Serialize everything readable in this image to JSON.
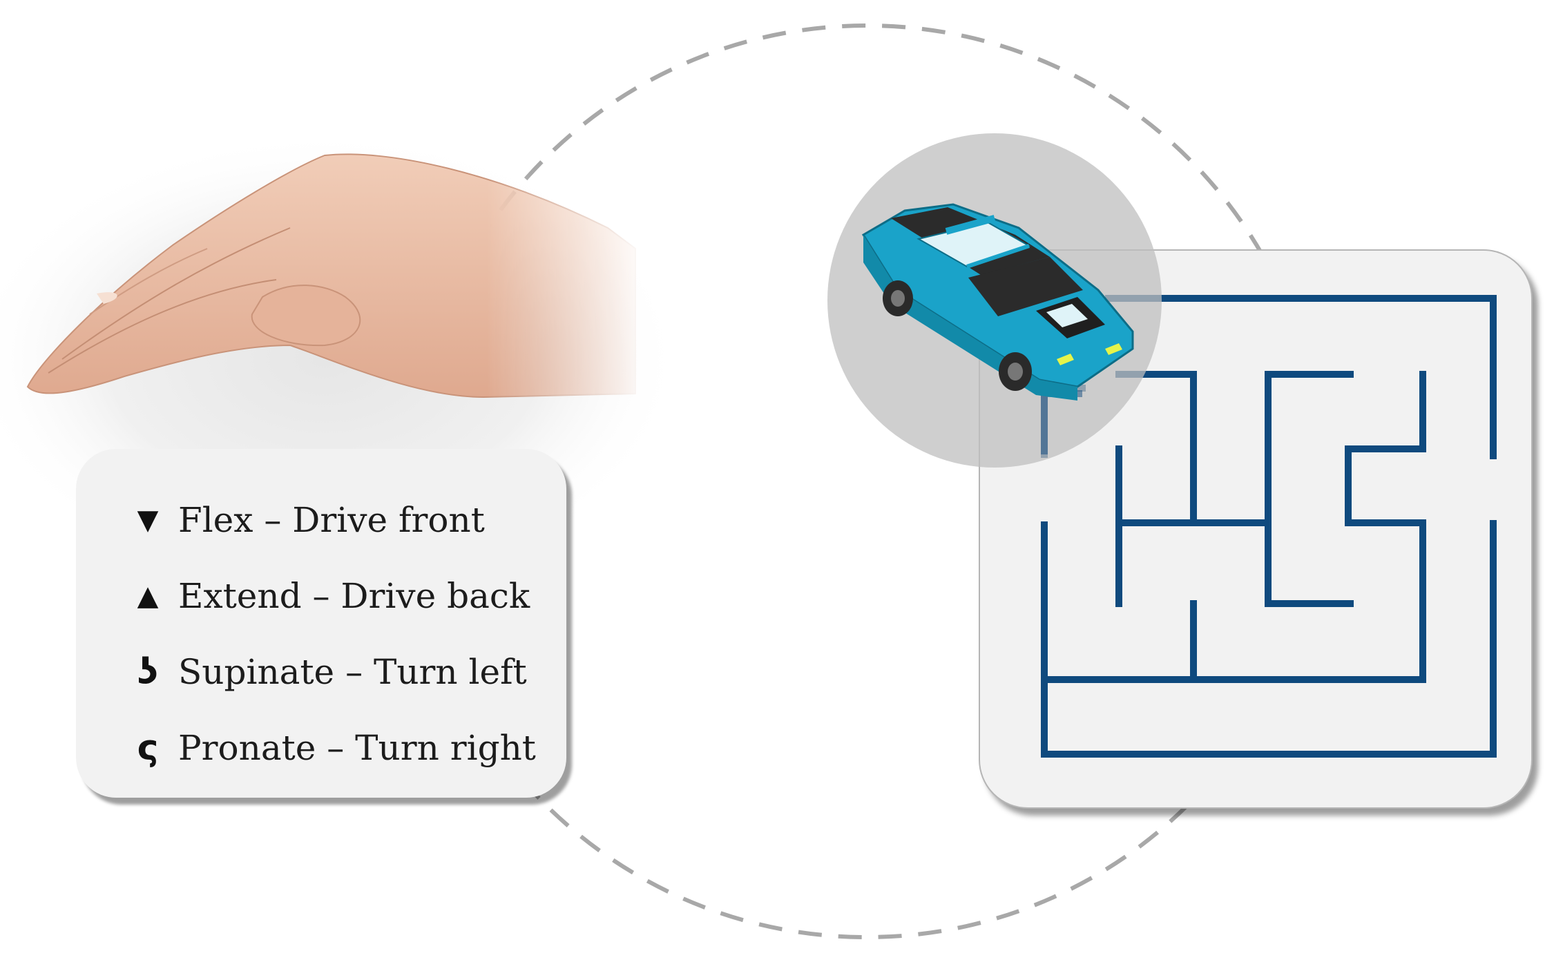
{
  "legend": {
    "items": [
      {
        "icon": "triangle-down-icon",
        "glyph": "▼",
        "action": "Flex",
        "separator": "–",
        "result": "Drive front"
      },
      {
        "icon": "triangle-up-icon",
        "glyph": "▲",
        "action": "Extend",
        "separator": "–",
        "result": "Drive back"
      },
      {
        "icon": "supinate-curl-icon",
        "glyph": "ʖ",
        "action": "Supinate",
        "separator": "–",
        "result": "Turn left"
      },
      {
        "icon": "pronate-curl-icon",
        "glyph": "ς",
        "action": "Pronate",
        "separator": "–",
        "result": "Turn right"
      }
    ]
  },
  "colors": {
    "maze_wall": "#0f4a7e",
    "card_background": "#f2f2f2",
    "car_body": "#1aa3c9",
    "car_stripe": "#dff3f8",
    "dashed_circle": "#a8a8a8",
    "car_lens": "#cccccc"
  }
}
